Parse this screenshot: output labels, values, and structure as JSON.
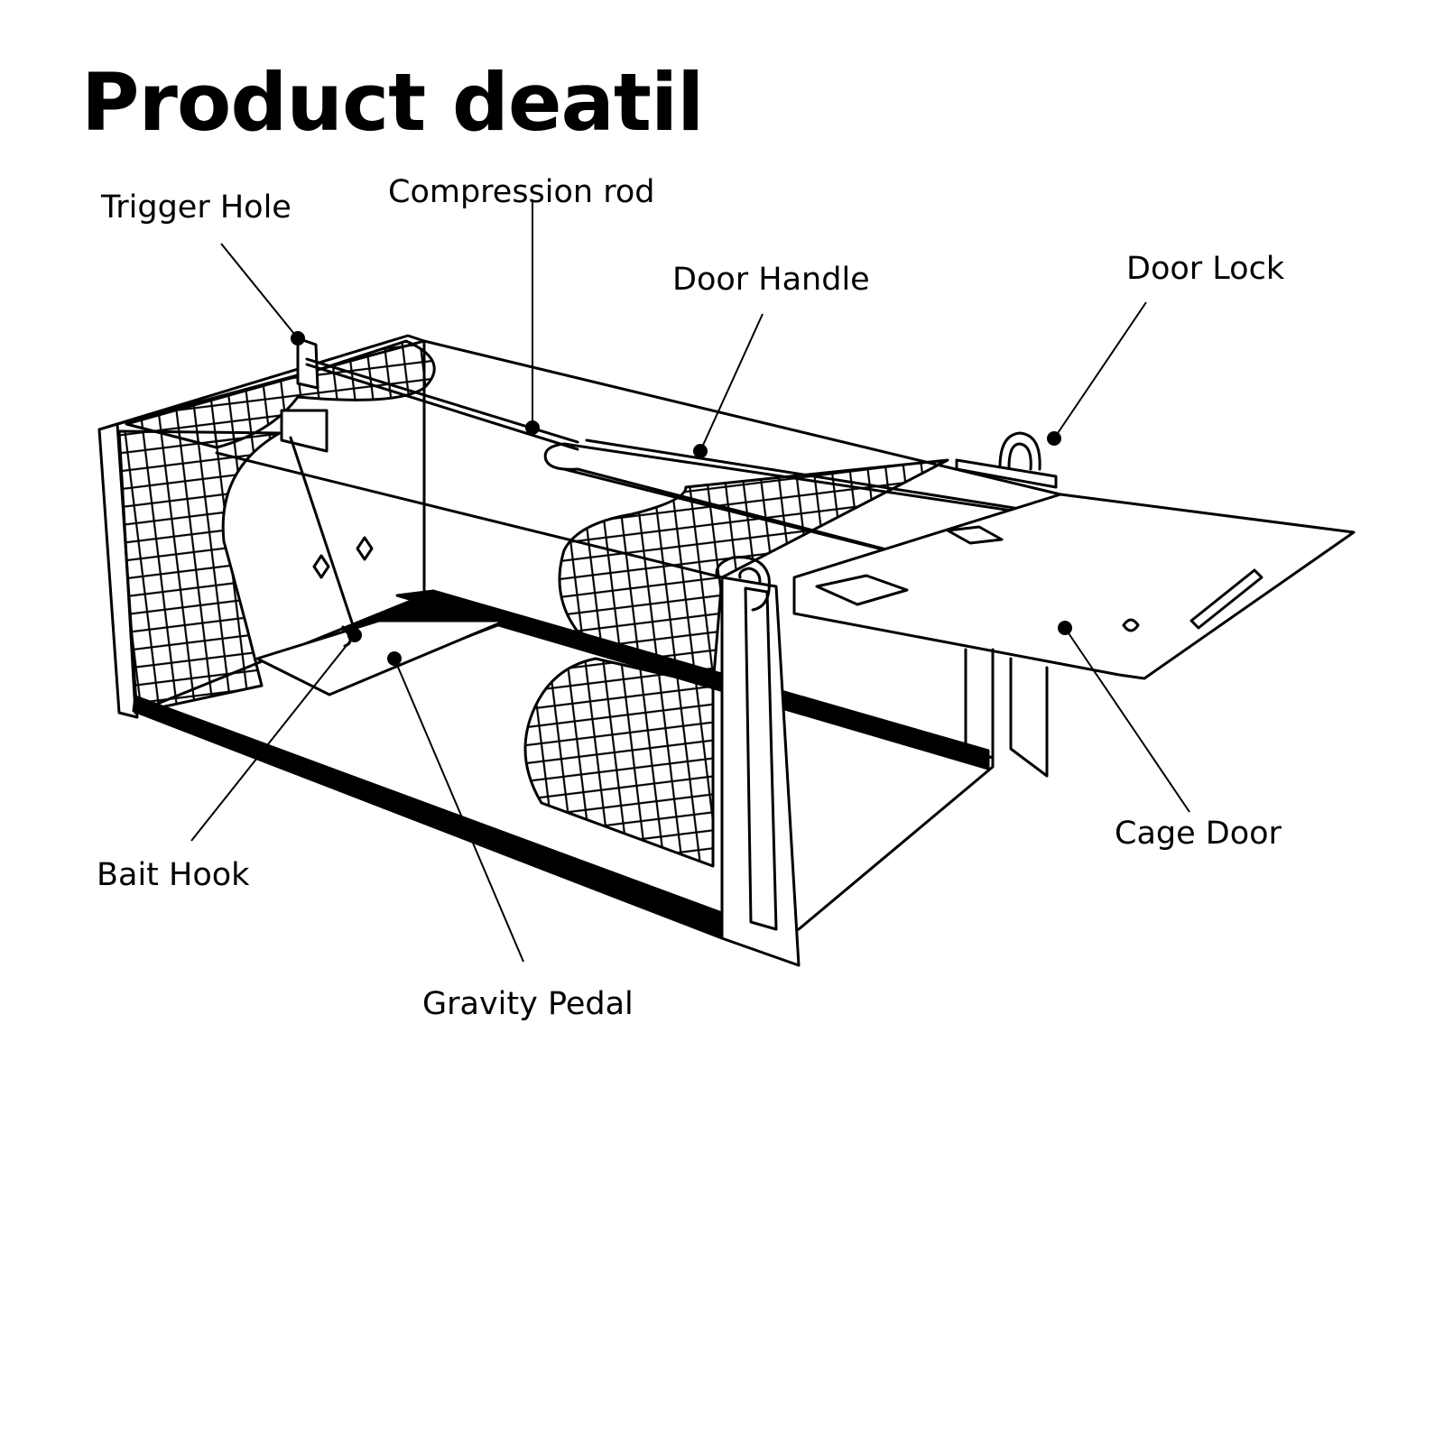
{
  "title": "Product deatil",
  "labels": {
    "trigger_hole": "Trigger Hole",
    "compression_rod": "Compression rod",
    "door_handle": "Door Handle",
    "door_lock": "Door Lock",
    "cage_door": "Cage Door",
    "bait_hook": "Bait Hook",
    "gravity_pedal": "Gravity Pedal"
  },
  "colors": {
    "ink": "#000000",
    "background": "#ffffff"
  }
}
